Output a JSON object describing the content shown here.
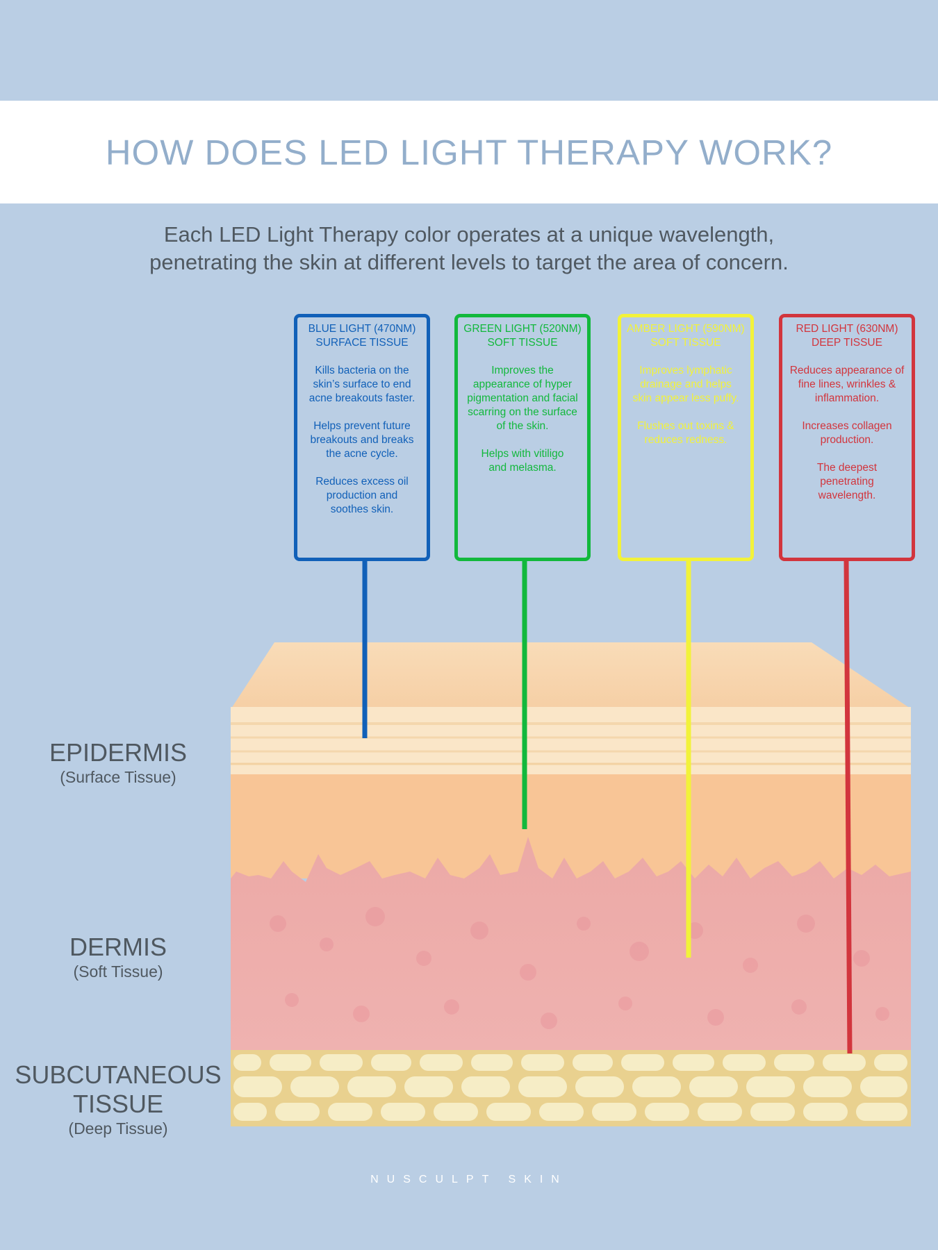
{
  "title": "HOW DOES LED LIGHT THERAPY WORK?",
  "subtitle": {
    "line1": "Each LED Light Therapy color operates at a unique wavelength,",
    "line2": "penetrating the skin at different levels to target the area of concern."
  },
  "cards": [
    {
      "color": "#1160b8",
      "heading1": "BLUE LIGHT (470NM)",
      "heading2": "SURFACE TISSUE",
      "paragraphs": [
        "Kills bacteria on the skin’s surface to end acne breakouts faster.",
        "Helps prevent future breakouts and breaks the acne cycle.",
        "Reduces excess oil production and soothes skin."
      ]
    },
    {
      "color": "#12b83c",
      "heading1": "GREEN LIGHT (520NM)",
      "heading2": "SOFT TISSUE",
      "paragraphs": [
        "Improves the appearance of hyper pigmentation and facial scarring on the surface of the skin.",
        "Helps with vitiligo and melasma."
      ]
    },
    {
      "color": "#f2f23a",
      "heading1": "AMBER LIGHT (590NM)",
      "heading2": "SOFT TISSUE",
      "paragraphs": [
        "Improves lymphatic drainage and helps skin appear less puffy.",
        "Flushes out toxins & reduces redness."
      ]
    },
    {
      "color": "#d2353d",
      "heading1": "RED LIGHT (630NM)",
      "heading2": "DEEP TISSUE",
      "paragraphs": [
        "Reduces appearance of fine lines, wrinkles & inflammation.",
        "Increases collagen production.",
        "The deepest penetrating wavelength."
      ]
    }
  ],
  "layers": [
    {
      "name": "EPIDERMIS",
      "subname": "(Surface Tissue)"
    },
    {
      "name": "DERMIS",
      "subname": "(Soft Tissue)"
    },
    {
      "name": "SUBCUTANEOUS",
      "name2": "TISSUE",
      "subname": "(Deep Tissue)"
    }
  ],
  "footer": "NUSCULPT SKIN"
}
